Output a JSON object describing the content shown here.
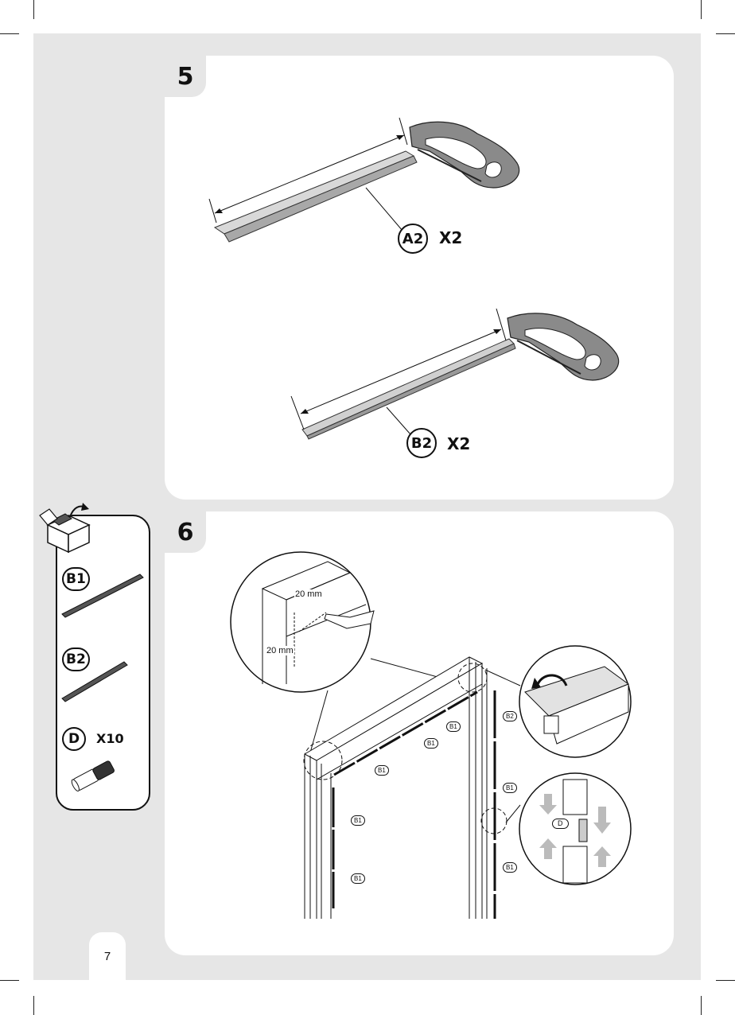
{
  "page": {
    "number": "7"
  },
  "step5": {
    "number": "5",
    "parts": [
      {
        "label": "A2",
        "qty": "X2"
      },
      {
        "label": "B2",
        "qty": "X2"
      }
    ]
  },
  "step6": {
    "number": "6",
    "detail": {
      "dim_h": "20 mm",
      "dim_v": "20 mm"
    },
    "tags": [
      "B1",
      "B1",
      "B1",
      "B1",
      "B1",
      "B2",
      "B1",
      "B1"
    ],
    "connector_label": "D"
  },
  "box": {
    "icon": "open-box-icon",
    "parts": [
      {
        "label": "B1"
      },
      {
        "label": "B2"
      },
      {
        "label": "D",
        "qty": "X10"
      }
    ]
  }
}
